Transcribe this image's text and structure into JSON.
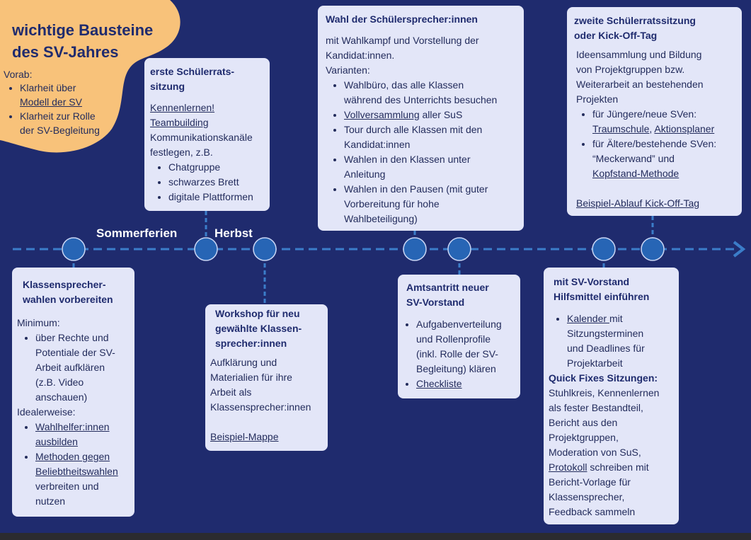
{
  "intro": {
    "title_line1": "wichtige Bausteine",
    "title_line2": "des SV-Jahres",
    "pre": "Vorab:",
    "item1_a": "Klarheit über",
    "item1_link": "Modell der SV",
    "item2_a": "Klarheit zur Rolle",
    "item2_b": "der SV-Begleitung"
  },
  "seasons": {
    "summer": "Sommerferien",
    "autumn": "Herbst"
  },
  "card_schuelerrat1": {
    "title_a": "erste Schülerrats-",
    "title_b": "sitzung",
    "link1": "Kennenlernen!",
    "link2": "Teambuilding",
    "line1": "Kommunikationskanäle",
    "line2": "festlegen, z.B.",
    "items": [
      "Chatgruppe",
      "schwarzes Brett",
      "digitale Plattformen"
    ]
  },
  "card_wahl": {
    "title": "Wahl der Schülersprecher:innen",
    "l1": "mit Wahlkampf und Vorstellung der",
    "l2": "Kandidat:innen.",
    "l3": "Varianten:",
    "i1a": "Wahlbüro, das alle Klassen",
    "i1b": "während des Unterrichts besuchen",
    "i2link": "Vollversammlung",
    "i2rest": " aller SuS",
    "i3a": "Tour durch alle Klassen mit den",
    "i3b": "Kandidat:innen",
    "i4a": "Wahlen in den Klassen unter",
    "i4b": "Anleitung",
    "i5a": "Wahlen in den Pausen (mit guter",
    "i5b": "Vorbereitung für hohe",
    "i5c": "Wahlbeteiligung)"
  },
  "card_schuelerrat2": {
    "title_a": "zweite Schülerratssitzung",
    "title_b": "oder Kick-Off-Tag",
    "l1": "Ideensammlung und Bildung",
    "l2": "von Projektgruppen bzw.",
    "l3": "Weiterarbeit an bestehenden",
    "l4": "Projekten",
    "i1a": "für Jüngere/neue SVen:",
    "i1link1": "Traumschule",
    "i1sep": ", ",
    "i1link2": "Aktionsplaner",
    "i2a": "für Ältere/bestehende SVen:",
    "i2b": "“Meckerwand” und",
    "i2link": "Kopfstand-Methode",
    "link": "Beispiel-Ablauf Kick-Off-Tag"
  },
  "card_klassensprecher": {
    "title_a": "Klassensprecher-",
    "title_b": "wahlen vorbereiten",
    "min": "Minimum:",
    "i1a": "über Rechte und",
    "i1b": "Potentiale der SV-",
    "i1c": "Arbeit aufklären",
    "i1d": "(z.B. Video",
    "i1e": "anschauen)",
    "ideal": "Idealerweise:",
    "i2link_a": "Wahlhelfer:innen",
    "i2link_b": "ausbilden",
    "i3link_a": "Methoden gegen",
    "i3link_b": "Beliebtheitswahlen",
    "i3c": "verbreiten und",
    "i3d": "nutzen"
  },
  "card_workshop": {
    "title_a": "Workshop für neu",
    "title_b": "gewählte Klassen-",
    "title_c": "sprecher:innen",
    "l1": "Aufklärung und",
    "l2": "Materialien für ihre",
    "l3": "Arbeit als",
    "l4": "Klassensprecher:innen",
    "link": "Beispiel-Mappe"
  },
  "card_amtsantritt": {
    "title_a": "Amtsantritt neuer",
    "title_b": "SV-Vorstand",
    "i1a": "Aufgabenverteilung",
    "i1b": "und Rollenprofile",
    "i1c": "(inkl. Rolle der SV-",
    "i1d": "Begleitung) klären",
    "i2link": "Checkliste"
  },
  "card_hilfsmittel": {
    "title_a": "mit SV-Vorstand",
    "title_b": "Hilfsmittel einführen",
    "i1link": "Kalender ",
    "i1rest": "mit",
    "i1b": "Sitzungsterminen",
    "i1c": "und Deadlines für",
    "i1d": "Projektarbeit",
    "qf": "Quick Fixes Sitzungen:",
    "l1": "Stuhlkreis, Kennenlernen",
    "l2": "als fester Bestandteil,",
    "l3": "Bericht aus den",
    "l4": "Projektgruppen,",
    "l5": "Moderation von SuS,",
    "l6link": "Protokoll",
    "l6rest": " schreiben mit",
    "l7": "Bericht-Vorlage für",
    "l8": "Klassensprecher,",
    "l9": "Feedback sammeln"
  },
  "colors": {
    "background": "#1f2b6e",
    "card": "#e3e6f8",
    "blob": "#f8c27a",
    "timeline": "#3b7dc9",
    "node": "#2765b5"
  }
}
